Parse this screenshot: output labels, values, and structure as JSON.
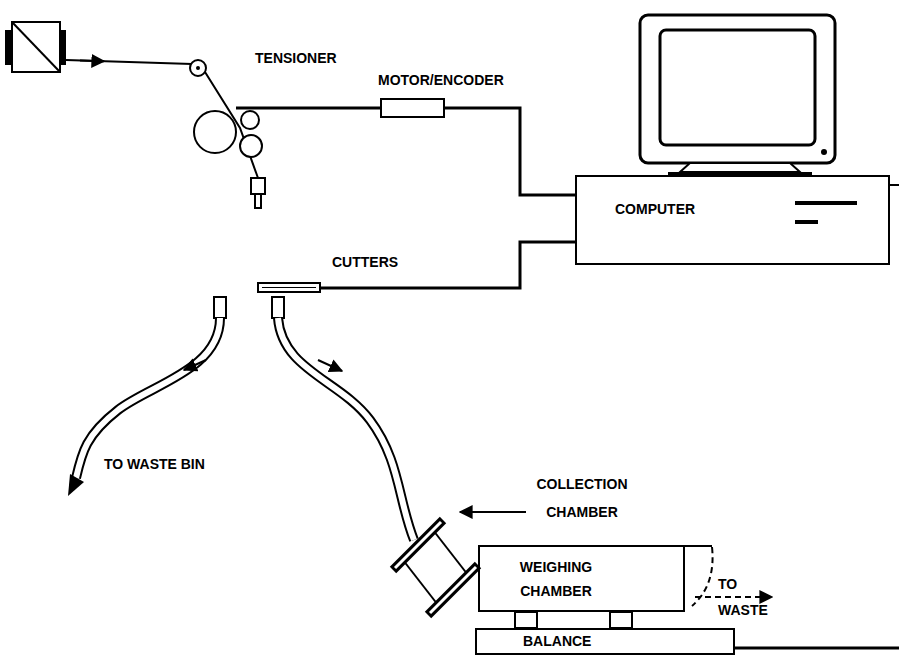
{
  "diagram": {
    "nodes": [
      {
        "text": [
          "MOTOR/ENCODER"
        ]
      },
      {
        "text": [
          "COMPUTER"
        ]
      },
      {
        "text": [
          "WEIGHING CHAMBER"
        ]
      },
      {
        "text": [
          "BALANCE"
        ]
      }
    ],
    "edges": [
      {
        "from": 0,
        "to": 1,
        "arrow": "none"
      }
    ],
    "labels": [
      "TENSIONER",
      "CUTTERS",
      "TO WASTE BIN",
      "COLLECTION CHAMBER",
      "TO WASTE"
    ]
  }
}
